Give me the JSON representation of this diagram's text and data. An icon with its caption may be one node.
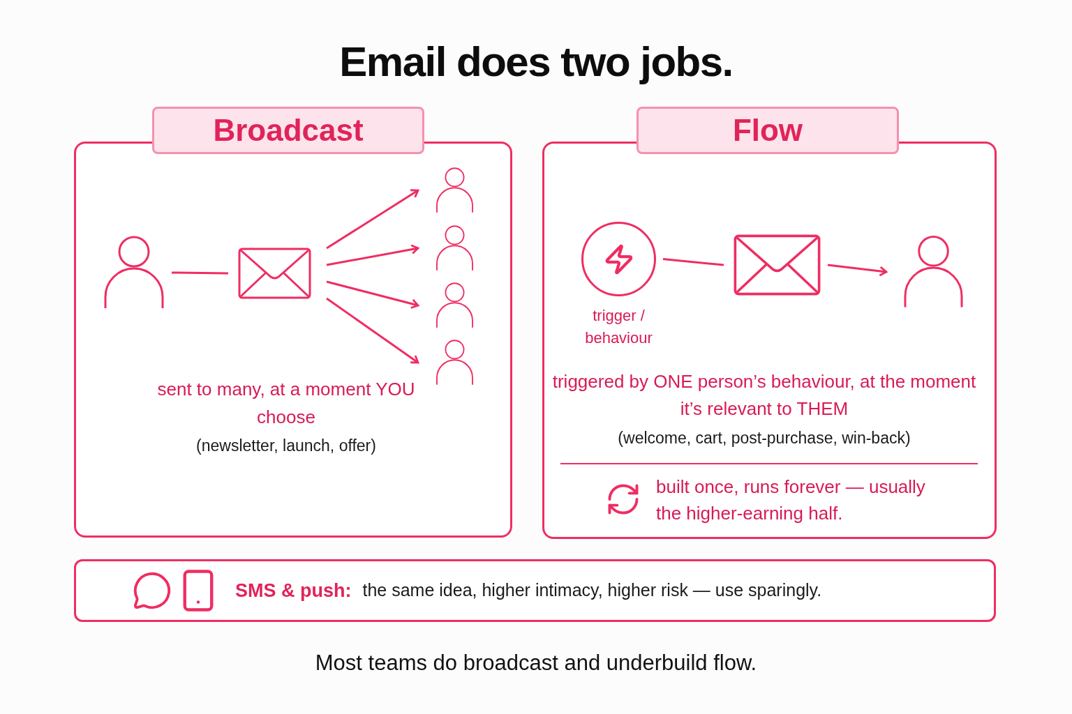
{
  "diagram": {
    "title": "Email does two jobs.",
    "nodes": [
      {
        "text": [
          "Broadcast",
          "sent to many, at a moment YOU choose",
          "(newsletter, launch, offer)"
        ]
      },
      {
        "text": [],
        "shape": "person",
        "in": 0
      },
      {
        "text": [],
        "shape": "envelope",
        "in": 0
      },
      {
        "text": [],
        "shape": "person",
        "in": 0
      },
      {
        "text": [],
        "shape": "person",
        "in": 0
      },
      {
        "text": [],
        "shape": "person",
        "in": 0
      },
      {
        "text": [],
        "shape": "person",
        "in": 0
      },
      {
        "text": [
          "Flow",
          "triggered by ONE person’s behaviour, at the moment it’s relevant to THEM",
          "(welcome, cart, post-purchase, win-back)",
          "built once, runs forever — usually the higher-earning half."
        ]
      },
      {
        "text": [],
        "shape": "circle",
        "beside": [
          "trigger / behaviour"
        ],
        "in": 7
      },
      {
        "text": [],
        "shape": "envelope",
        "in": 7
      },
      {
        "text": [],
        "shape": "person",
        "in": 7
      },
      {
        "text": [
          "SMS & push:",
          "the same idea, higher intimacy, higher risk — use sparingly."
        ]
      }
    ],
    "edges": [
      {
        "from": 1,
        "to": 2,
        "arrow": "none"
      },
      {
        "from": 2,
        "to": 3,
        "arrow": "to"
      },
      {
        "from": 2,
        "to": 4,
        "arrow": "to"
      },
      {
        "from": 2,
        "to": 5,
        "arrow": "to"
      },
      {
        "from": 2,
        "to": 6,
        "arrow": "to"
      },
      {
        "from": 8,
        "to": 9,
        "arrow": "none"
      },
      {
        "from": 9,
        "to": 10,
        "arrow": "to"
      }
    ],
    "caption": "Most teams do broadcast and underbuild flow."
  }
}
